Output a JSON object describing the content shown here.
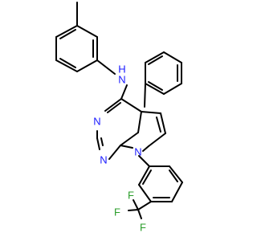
{
  "molecule": {
    "atoms": {
      "nh_n": "N",
      "nh_h": "H",
      "n_ring_left": "N",
      "n_ring_bottom": "N",
      "n_pyrrole": "N",
      "f_top": "F",
      "f_left": "F",
      "f_bottom": "F"
    }
  },
  "colors": {
    "bond": "#000000",
    "nitrogen": "#1a1aff",
    "fluorine": "#2a9d2a"
  }
}
